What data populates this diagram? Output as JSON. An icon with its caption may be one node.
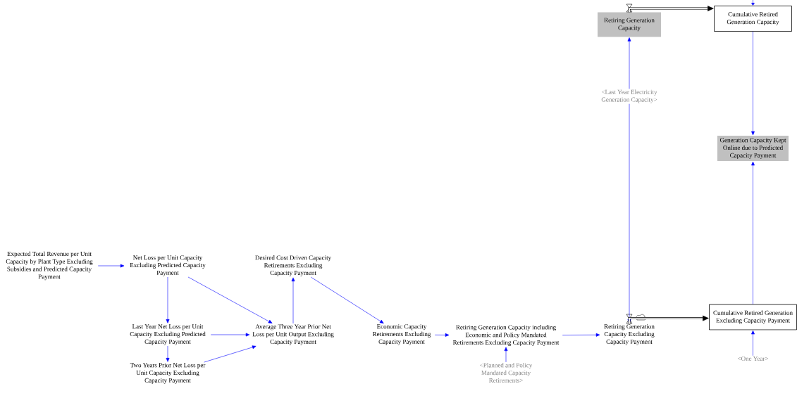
{
  "diagram": {
    "nodes": [
      {
        "text": [
          "Retiring Generation Capacity"
        ]
      },
      {
        "text": [
          "Cumulative Retired Generation Capacity"
        ]
      },
      {
        "text": [
          "<Last Year Electricity Generation Capacity>"
        ]
      },
      {
        "text": [
          "Generation Capacity Kept Online due to Predicted Capacity Payment"
        ]
      },
      {
        "text": [
          "Expected Total Revenue per Unit Capacity by Plant Type Excluding Subsidies and Predicted Capacity Payment"
        ]
      },
      {
        "text": [
          "Net Loss per Unit Capacity Excluding Predicted Capacity Payment"
        ]
      },
      {
        "text": [
          "Desired Cost Driven Capacity Retirements Excluding Capacity Payment"
        ]
      },
      {
        "text": [
          "Last Year Net Loss per Unit Capacity Excluding Predicted Capacity Payment"
        ]
      },
      {
        "text": [
          "Average Three Year Prior Net Loss per Unit Output Excluding Capacity Payment"
        ]
      },
      {
        "text": [
          "Economic Capacity Retirements Excluding Capacity Payment"
        ]
      },
      {
        "text": [
          "Retiring Generation Capacity including Economic and Policy Mandated Retirements Excluding Capacity Payment"
        ]
      },
      {
        "text": [
          "Retiring Generation Capacity Excluding Capacity Payment"
        ]
      },
      {
        "text": [
          "Cumulative Retired Generation Excluding Capacity Payment"
        ]
      },
      {
        "text": [
          "Two Years Prior Net Loss per Unit Capacity Excluding Capacity Payment"
        ]
      },
      {
        "text": [
          "<Planned and Policy Mandated Capacity Retirements>"
        ]
      },
      {
        "text": [
          "<One Year>"
        ]
      }
    ],
    "edges": [
      {
        "from": null,
        "to": 1,
        "arrow": "to"
      },
      {
        "from": 0,
        "to": 1,
        "arrow": "to",
        "style": "thick",
        "color": "#000000"
      },
      {
        "from": 2,
        "to": 0,
        "arrow": "to"
      },
      {
        "from": 1,
        "to": 3,
        "arrow": "to"
      },
      {
        "from": 12,
        "to": 3,
        "arrow": "to"
      },
      {
        "from": 4,
        "to": 5,
        "arrow": "to"
      },
      {
        "from": 5,
        "to": 7,
        "arrow": "to"
      },
      {
        "from": 5,
        "to": 8,
        "arrow": "to"
      },
      {
        "from": 7,
        "to": 8,
        "arrow": "to"
      },
      {
        "from": 7,
        "to": 13,
        "arrow": "to"
      },
      {
        "from": 13,
        "to": 8,
        "arrow": "to"
      },
      {
        "from": 8,
        "to": 6,
        "arrow": "to"
      },
      {
        "from": 6,
        "to": 9,
        "arrow": "to"
      },
      {
        "from": 9,
        "to": 10,
        "arrow": "to"
      },
      {
        "from": 14,
        "to": 10,
        "arrow": "to"
      },
      {
        "from": 10,
        "to": 11,
        "arrow": "to"
      },
      {
        "from": 2,
        "to": 11,
        "arrow": "to"
      },
      {
        "from": 11,
        "to": 12,
        "arrow": "to",
        "style": "thick",
        "color": "#000000"
      },
      {
        "from": 15,
        "to": 12,
        "arrow": "to"
      }
    ]
  }
}
